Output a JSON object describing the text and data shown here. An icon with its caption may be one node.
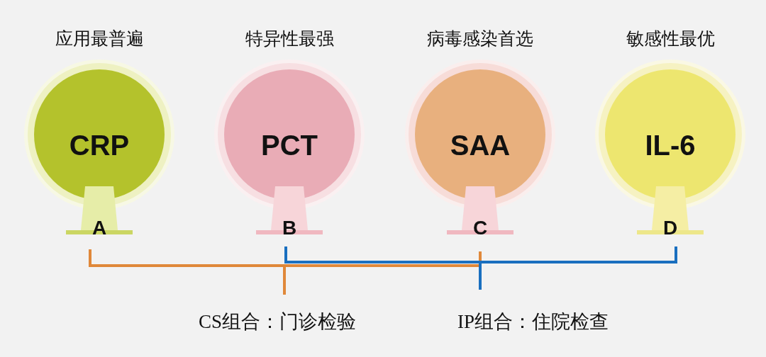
{
  "diagram": {
    "nodes": [
      {
        "text": [
          "应用最普遍",
          "CRP"
        ]
      },
      {
        "text": [
          "A"
        ]
      },
      {
        "text": [
          "特异性最强",
          "PCT"
        ]
      },
      {
        "text": [
          "B"
        ]
      },
      {
        "text": [
          "病毒感染首选",
          "SAA"
        ]
      },
      {
        "text": [
          "C"
        ]
      },
      {
        "text": [
          "敏感性最优",
          "IL-6"
        ]
      },
      {
        "text": [
          "D"
        ]
      }
    ],
    "labels": [
      "CS组合：门诊检验",
      "IP组合：住院检查"
    ]
  }
}
